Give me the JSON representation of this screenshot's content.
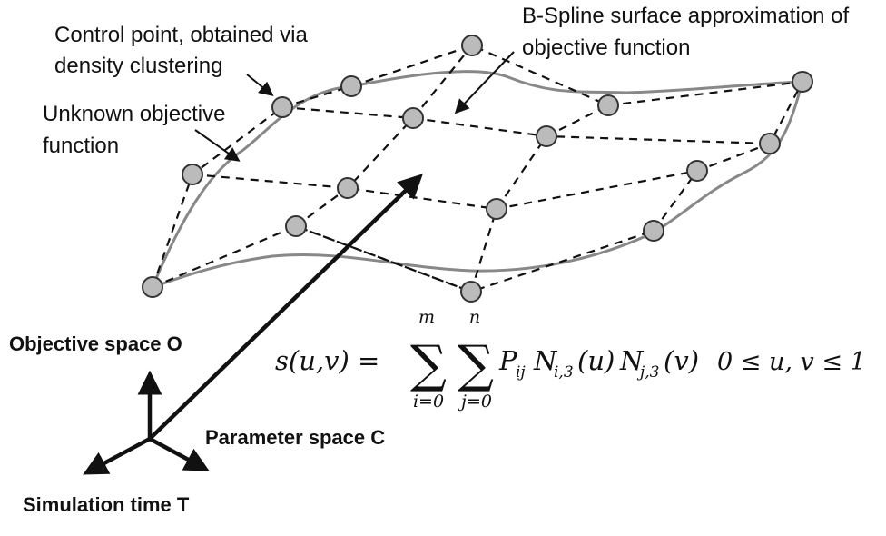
{
  "labels": {
    "control_point_line1": "Control point, obtained via",
    "control_point_line2": "density clustering",
    "unknown_line1": "Unknown objective",
    "unknown_line2": "function",
    "bspline_line1": "B-Spline surface approximation of",
    "bspline_line2": "objective function"
  },
  "axes": {
    "objective": "Objective space O",
    "parameter": "Parameter space C",
    "time": "Simulation time T"
  },
  "formula": {
    "lhs": "s(u,v) =",
    "sum1_top": "m",
    "sum1_bottom": "i=0",
    "sum2_top": "n",
    "sum2_bottom": "j=0",
    "sigma": "∑",
    "P": "P",
    "P_sub": "ij",
    "N1": "N",
    "N1_sub": "i,3",
    "N1_arg": "(u)",
    "N2": "N",
    "N2_sub": "j,3",
    "N2_arg": "(v)",
    "range": "0 ≤ u, v ≤ 1"
  },
  "colors": {
    "surface_curve": "#888888",
    "node_fill": "#bbbbbb",
    "node_stroke": "#333333",
    "line": "#111111"
  }
}
